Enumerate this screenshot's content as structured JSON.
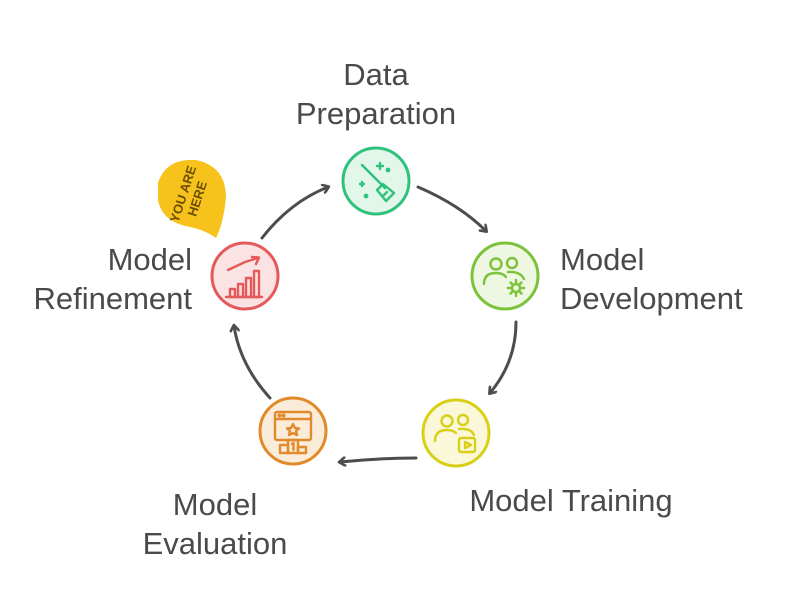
{
  "stages": [
    {
      "id": "data-preparation",
      "lines": [
        "Data",
        "Preparation"
      ],
      "color": "#2fc27c",
      "fill": "#e3f6ea",
      "icon": "broom-sparkle-icon"
    },
    {
      "id": "model-development",
      "lines": [
        "Model",
        "Development"
      ],
      "color": "#7cc23a",
      "fill": "#eef7e1",
      "icon": "team-gear-icon"
    },
    {
      "id": "model-training",
      "lines": [
        "Model Training"
      ],
      "color": "#d8cf18",
      "fill": "#fbf8da",
      "icon": "team-play-icon"
    },
    {
      "id": "model-evaluation",
      "lines": [
        "Model",
        "Evaluation"
      ],
      "color": "#e08a2c",
      "fill": "#fbecd9",
      "icon": "podium-star-icon"
    },
    {
      "id": "model-refinement",
      "lines": [
        "Model",
        "Refinement"
      ],
      "color": "#e45a5a",
      "fill": "#fbe3e3",
      "icon": "growth-chart-icon"
    }
  ],
  "marker": {
    "text_line1": "YOU ARE",
    "text_line2": "HERE",
    "color": "#f7c21b"
  },
  "arrow_color": "#4d4d4d"
}
